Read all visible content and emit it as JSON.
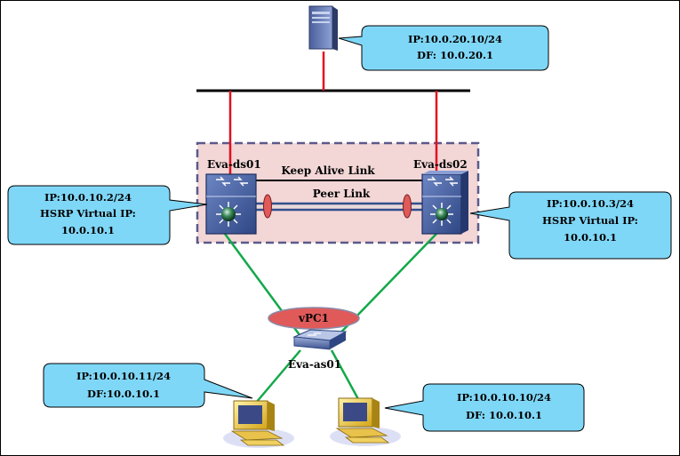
{
  "server": {
    "callout_lines": [
      "IP:10.0.20.10/24",
      "DF: 10.0.20.1"
    ]
  },
  "eva_ds01": {
    "name": "Eva-ds01",
    "callout_lines": [
      "IP:10.0.10.2/24",
      "HSRP Virtual IP:",
      "10.0.10.1"
    ]
  },
  "eva_ds02": {
    "name": "Eva-ds02",
    "callout_lines": [
      "IP:10.0.10.3/24",
      "HSRP Virtual IP:",
      "10.0.10.1"
    ]
  },
  "links": {
    "keepalive": "Keep Alive Link",
    "peer": "Peer Link",
    "vpc": "vPC1"
  },
  "eva_as01": {
    "name": "Eva-as01"
  },
  "pc_left": {
    "callout_lines": [
      "IP:10.0.10.11/24",
      "DF:10.0.10.1"
    ]
  },
  "pc_right": {
    "callout_lines": [
      "IP:10.0.10.10/24",
      "DF: 10.0.10.1"
    ]
  },
  "colors": {
    "callout_fill": "#7fd7f7",
    "uplink": "#e0101e",
    "access_link": "#14a84a",
    "peer_link": "#2f4f8f",
    "cluster_fill": "#f3d6d6",
    "cluster_border": "#5a5a8a",
    "vpc_oval": "#e05a5a"
  }
}
